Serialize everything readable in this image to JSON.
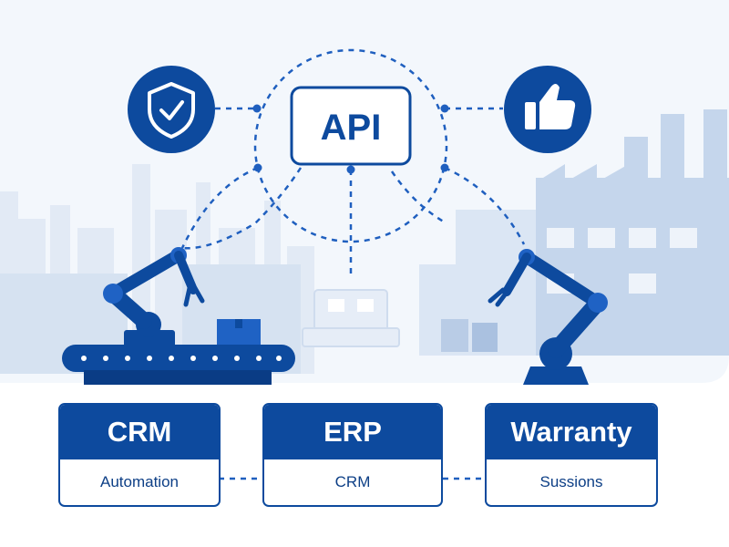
{
  "colors": {
    "primary": "#0d4a9e",
    "primary_dark": "#0a3c85",
    "accent": "#1f62c4",
    "light": "#dbe6f4",
    "pale": "#edf3fa",
    "mid": "#a9c0de"
  },
  "hub": {
    "label": "API"
  },
  "badges": [
    {
      "name": "security",
      "icon": "shield-check-icon"
    },
    {
      "name": "approval",
      "icon": "thumbs-up-icon"
    }
  ],
  "modules": [
    {
      "title": "CRM",
      "subtitle": "Automation"
    },
    {
      "title": "ERP",
      "subtitle": "CRM"
    },
    {
      "title": "Warranty",
      "subtitle": "Sussions"
    }
  ]
}
